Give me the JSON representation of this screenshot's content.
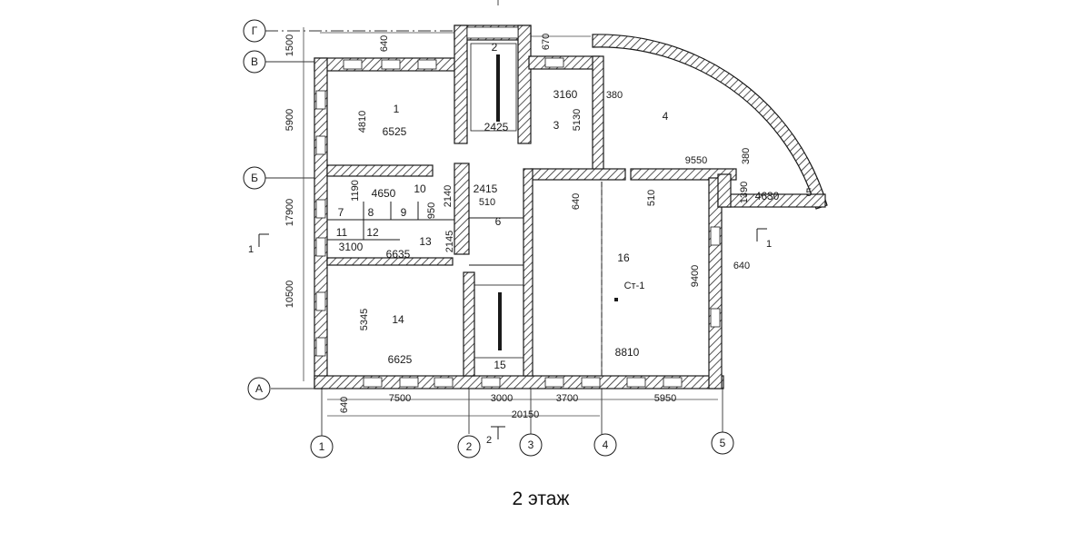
{
  "caption": "2 этаж",
  "axes": {
    "horizontal": [
      "Г",
      "В",
      "Б",
      "А"
    ],
    "vertical": [
      "1",
      "2",
      "3",
      "4",
      "5"
    ]
  },
  "rooms": [
    {
      "number": "1",
      "area": "6525",
      "dims": [
        "4810"
      ]
    },
    {
      "number": "2",
      "area": "2425",
      "dims": []
    },
    {
      "number": "3",
      "area": "3160",
      "dims": [
        "5130"
      ]
    },
    {
      "number": "4",
      "area": "",
      "dims": [
        "380",
        "380",
        "9550"
      ]
    },
    {
      "number": "5",
      "area": "4630",
      "dims": [
        "1390"
      ]
    },
    {
      "number": "6",
      "area": "2415",
      "dims": [
        "510"
      ]
    },
    {
      "number": "7",
      "area": "",
      "dims": []
    },
    {
      "number": "8",
      "area": "",
      "dims": []
    },
    {
      "number": "9",
      "area": "",
      "dims": [
        "950"
      ]
    },
    {
      "number": "10",
      "area": "4650",
      "dims": [
        "1190",
        "2140"
      ]
    },
    {
      "number": "11",
      "area": "3100",
      "dims": []
    },
    {
      "number": "12",
      "area": "",
      "dims": []
    },
    {
      "number": "13",
      "area": "6635",
      "dims": [
        "2145"
      ]
    },
    {
      "number": "14",
      "area": "6625",
      "dims": [
        "5345"
      ]
    },
    {
      "number": "15",
      "area": "",
      "dims": []
    },
    {
      "number": "16",
      "area": "8810",
      "dims": [
        "9400",
        "640",
        "510"
      ]
    }
  ],
  "dimensions": {
    "top": [
      "640",
      "670"
    ],
    "left": [
      "1500",
      "5900",
      "17900",
      "10500"
    ],
    "bottom": [
      "640",
      "7500",
      "3000",
      "3700",
      "5950",
      "20150"
    ],
    "right": [
      "640"
    ]
  },
  "section_marks": [
    "1",
    "1",
    "2"
  ],
  "stair_marks": [
    "Ст-1"
  ]
}
